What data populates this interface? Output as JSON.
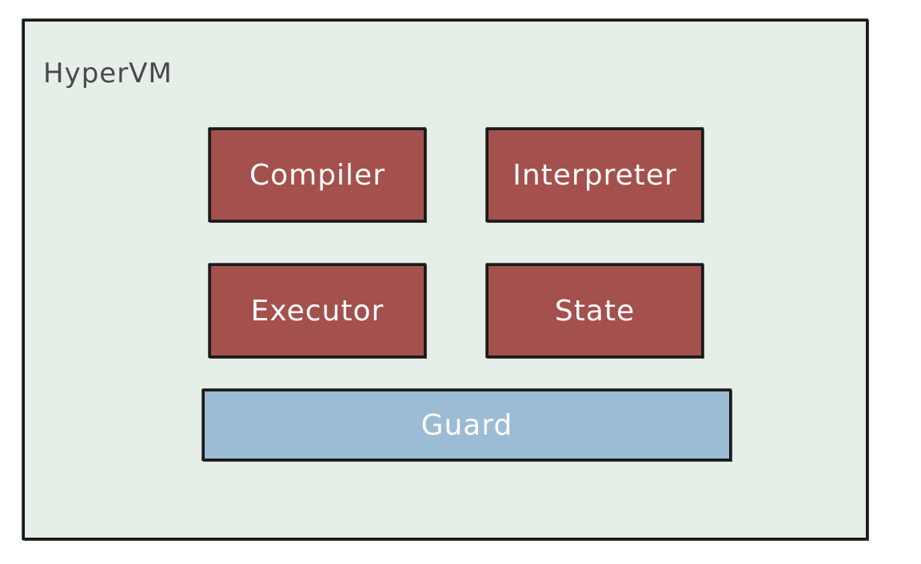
{
  "container": {
    "title": "HyperVM"
  },
  "blocks": {
    "compiler": "Compiler",
    "interpreter": "Interpreter",
    "executor": "Executor",
    "state": "State",
    "guard": "Guard"
  },
  "colors": {
    "container_fill": "#e6efe7",
    "component_fill": "#a4504d",
    "guard_fill": "#9bbcd4",
    "border": "#1a1a1a",
    "title_text": "#4a4a4a",
    "block_text": "#ffffff"
  }
}
